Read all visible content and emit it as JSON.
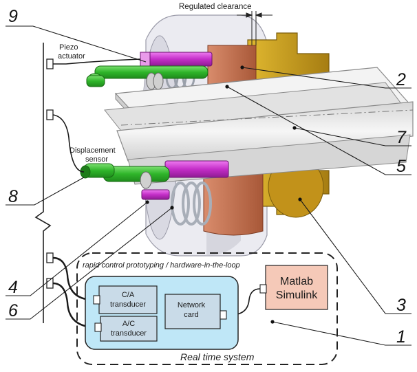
{
  "labels": {
    "regulated_clearance": "Regulated clearance",
    "piezo_line1": "Piezo",
    "piezo_line2": "actuator",
    "disp_line1": "Displacement",
    "disp_line2": "sensor",
    "rcp": "rapid control prototyping / hardware-in-the-loop",
    "ca_line1": "C/A",
    "ca_line2": "transducer",
    "ac_line1": "A/C",
    "ac_line2": "transducer",
    "net_line1": "Network",
    "net_line2": "card",
    "matlab_line1": "Matlab",
    "matlab_line2": "Simulink",
    "realtime": "Real time system"
  },
  "callouts": {
    "n1": "1",
    "n2": "2",
    "n3": "3",
    "n4": "4",
    "n5": "5",
    "n6": "6",
    "n7": "7",
    "n8": "8",
    "n9": "9"
  },
  "colors": {
    "realtime_fill": "#bfe7f7",
    "transducer_fill": "#c9dbe8",
    "matlab_fill": "#f5c9b8",
    "piezo": "#d23ad6",
    "sensor": "#3fc93a",
    "collar": "#c56f52",
    "gold": "#c9a020",
    "shaft": "#eeeeee",
    "housing": "#dcdce6"
  }
}
